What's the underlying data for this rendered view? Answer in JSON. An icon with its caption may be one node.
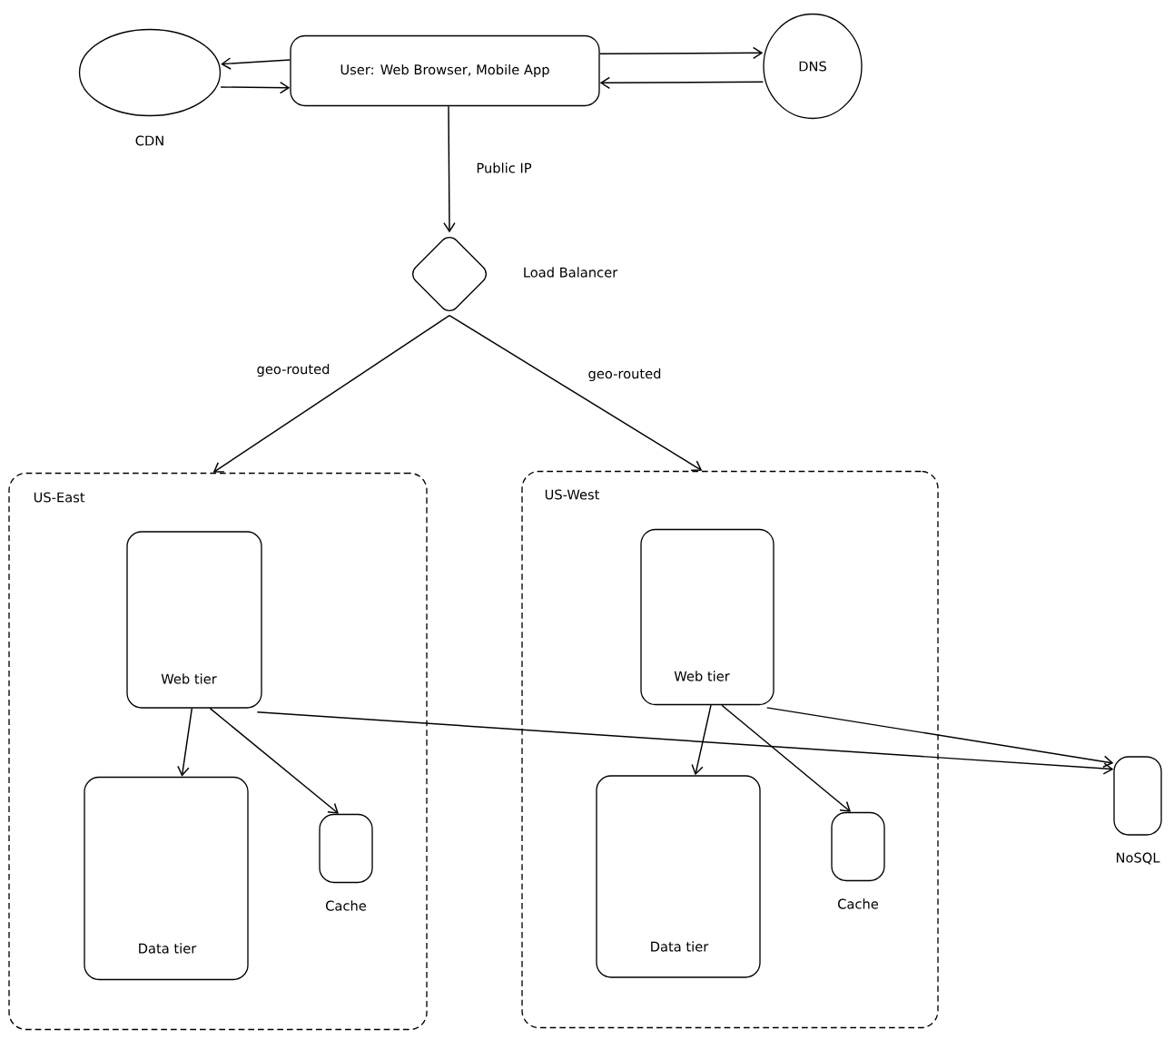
{
  "diagram": {
    "nodes": [
      {
        "text": [
          "CDN"
        ]
      },
      {
        "text": [
          "User: Web Browser, Mobile App"
        ]
      },
      {
        "text": [
          "DNS"
        ]
      },
      {
        "text": [
          "Load Balancer"
        ]
      },
      {
        "text": [
          "US-East"
        ]
      },
      {
        "text": [
          "Web tier"
        ],
        "in": 4
      },
      {
        "text": [
          "Data tier"
        ],
        "in": 4
      },
      {
        "text": [
          "Cache"
        ],
        "in": 4
      },
      {
        "text": [
          "US-West"
        ]
      },
      {
        "text": [
          "Web tier"
        ],
        "in": 8
      },
      {
        "text": [
          "Data tier"
        ],
        "in": 8
      },
      {
        "text": [
          "Cache"
        ],
        "in": 8
      },
      {
        "text": [
          "NoSQL"
        ]
      }
    ],
    "edges": [
      {
        "from": 1,
        "to": 0,
        "arrow": "to"
      },
      {
        "from": 0,
        "to": 1,
        "arrow": "to"
      },
      {
        "from": 1,
        "to": 2,
        "arrow": "to"
      },
      {
        "from": 2,
        "to": 1,
        "arrow": "to"
      },
      {
        "from": 1,
        "to": 3,
        "arrow": "to",
        "label": "Public IP"
      },
      {
        "from": 3,
        "to": 4,
        "arrow": "to",
        "label": "geo-routed"
      },
      {
        "from": 3,
        "to": 8,
        "arrow": "to",
        "label": "geo-routed"
      },
      {
        "from": 5,
        "to": 6,
        "arrow": "to"
      },
      {
        "from": 5,
        "to": 7,
        "arrow": "to"
      },
      {
        "from": 5,
        "to": 12,
        "arrow": "to"
      },
      {
        "from": 9,
        "to": 10,
        "arrow": "to"
      },
      {
        "from": 9,
        "to": 11,
        "arrow": "to"
      },
      {
        "from": 9,
        "to": 12,
        "arrow": "to"
      }
    ]
  }
}
